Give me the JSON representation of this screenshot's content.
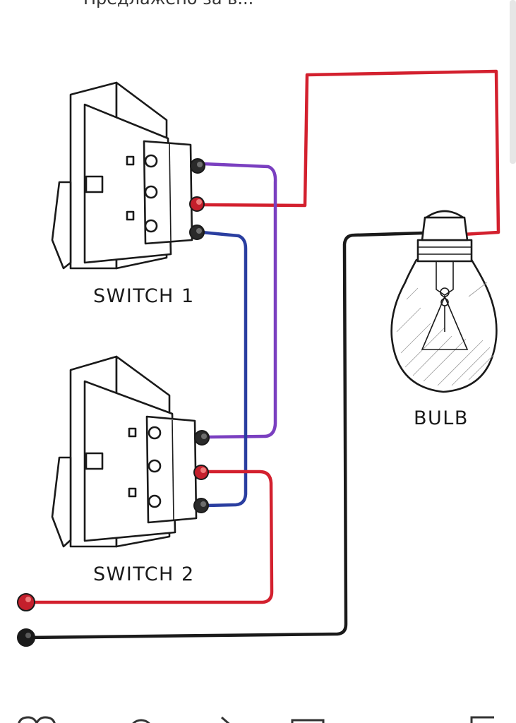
{
  "header": {
    "text": "Предлажено за в..."
  },
  "labels": {
    "switch1": "SWITCH 1",
    "switch2": "SWITCH 2",
    "bulb": "BULB"
  },
  "colors": {
    "live": "#d3202e",
    "neutral": "#1a1a1a",
    "traveler_1": "#7a3fc0",
    "traveler_2": "#2a3ea0",
    "scrollbar": "#e6e6e6"
  },
  "bottom_nav": {
    "icons": [
      "heart-icon",
      "search-icon",
      "share-icon",
      "gallery-icon",
      "crop-icon"
    ]
  }
}
